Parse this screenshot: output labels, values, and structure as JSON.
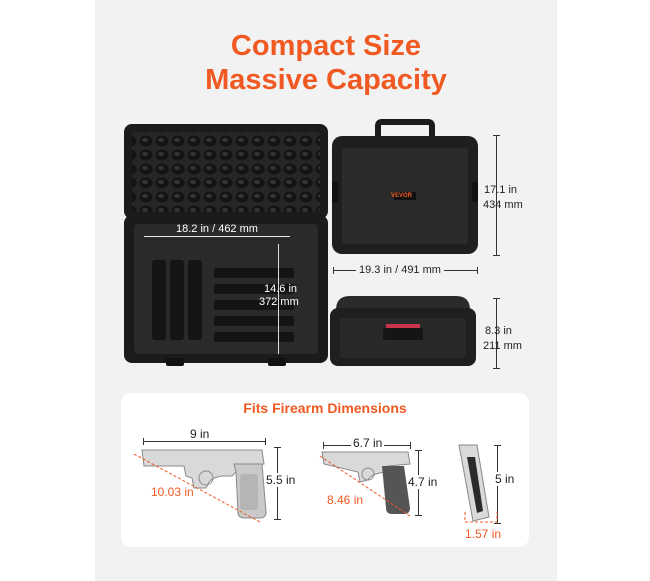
{
  "headline": {
    "line1": "Compact Size",
    "line2": "Massive Capacity"
  },
  "case": {
    "brand": "VEVOR",
    "interior_width": "18.2 in / 462 mm",
    "interior_depth_in": "14.6 in",
    "interior_depth_mm": "372 mm",
    "height_in": "17.1 in",
    "height_mm": "434 mm",
    "width": "19.3 in / 491 mm",
    "depth_in": "8.3 in",
    "depth_mm": "211 mm"
  },
  "firearms": {
    "title": "Fits Firearm Dimensions",
    "gun1": {
      "length": "9 in",
      "height": "5.5 in",
      "diagonal": "10.03 in"
    },
    "gun2": {
      "length": "6.7 in",
      "height": "4.7 in",
      "diagonal": "8.46 in"
    },
    "magazine": {
      "height": "5 in",
      "width": "1.57 in"
    }
  },
  "colors": {
    "accent": "#f05a22",
    "panel": "#f2f2f2",
    "case": "#1f1f1f"
  }
}
